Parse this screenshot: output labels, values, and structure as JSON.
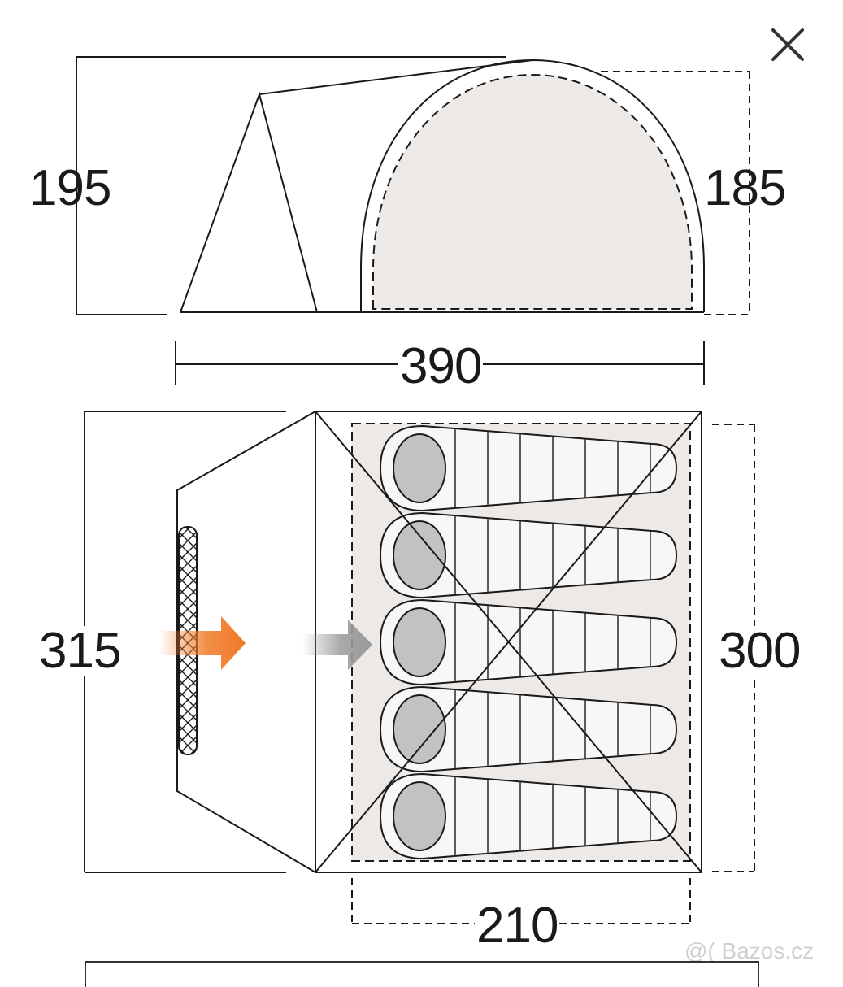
{
  "dimensions": {
    "side_height_total": "195",
    "side_height_inner": "185",
    "side_length": "390",
    "plan_width_total": "315",
    "plan_width_inner": "300",
    "plan_inner_length": "210"
  },
  "sleeping_bags": [
    1,
    2,
    3,
    4,
    5
  ],
  "watermark": "@( Bazos.cz",
  "icons": {
    "close": "close-icon",
    "entry_arrow": "arrow-right-icon",
    "inner_arrow": "arrow-right-icon"
  },
  "colors": {
    "line": "#1a1a1a",
    "inner_fill": "#ece9e6",
    "bag_fill": "#f7f7f7",
    "bag_head": "#c2c2c2",
    "orange_arrow": "#f07a28",
    "grey_arrow": "#9a9a9a"
  }
}
